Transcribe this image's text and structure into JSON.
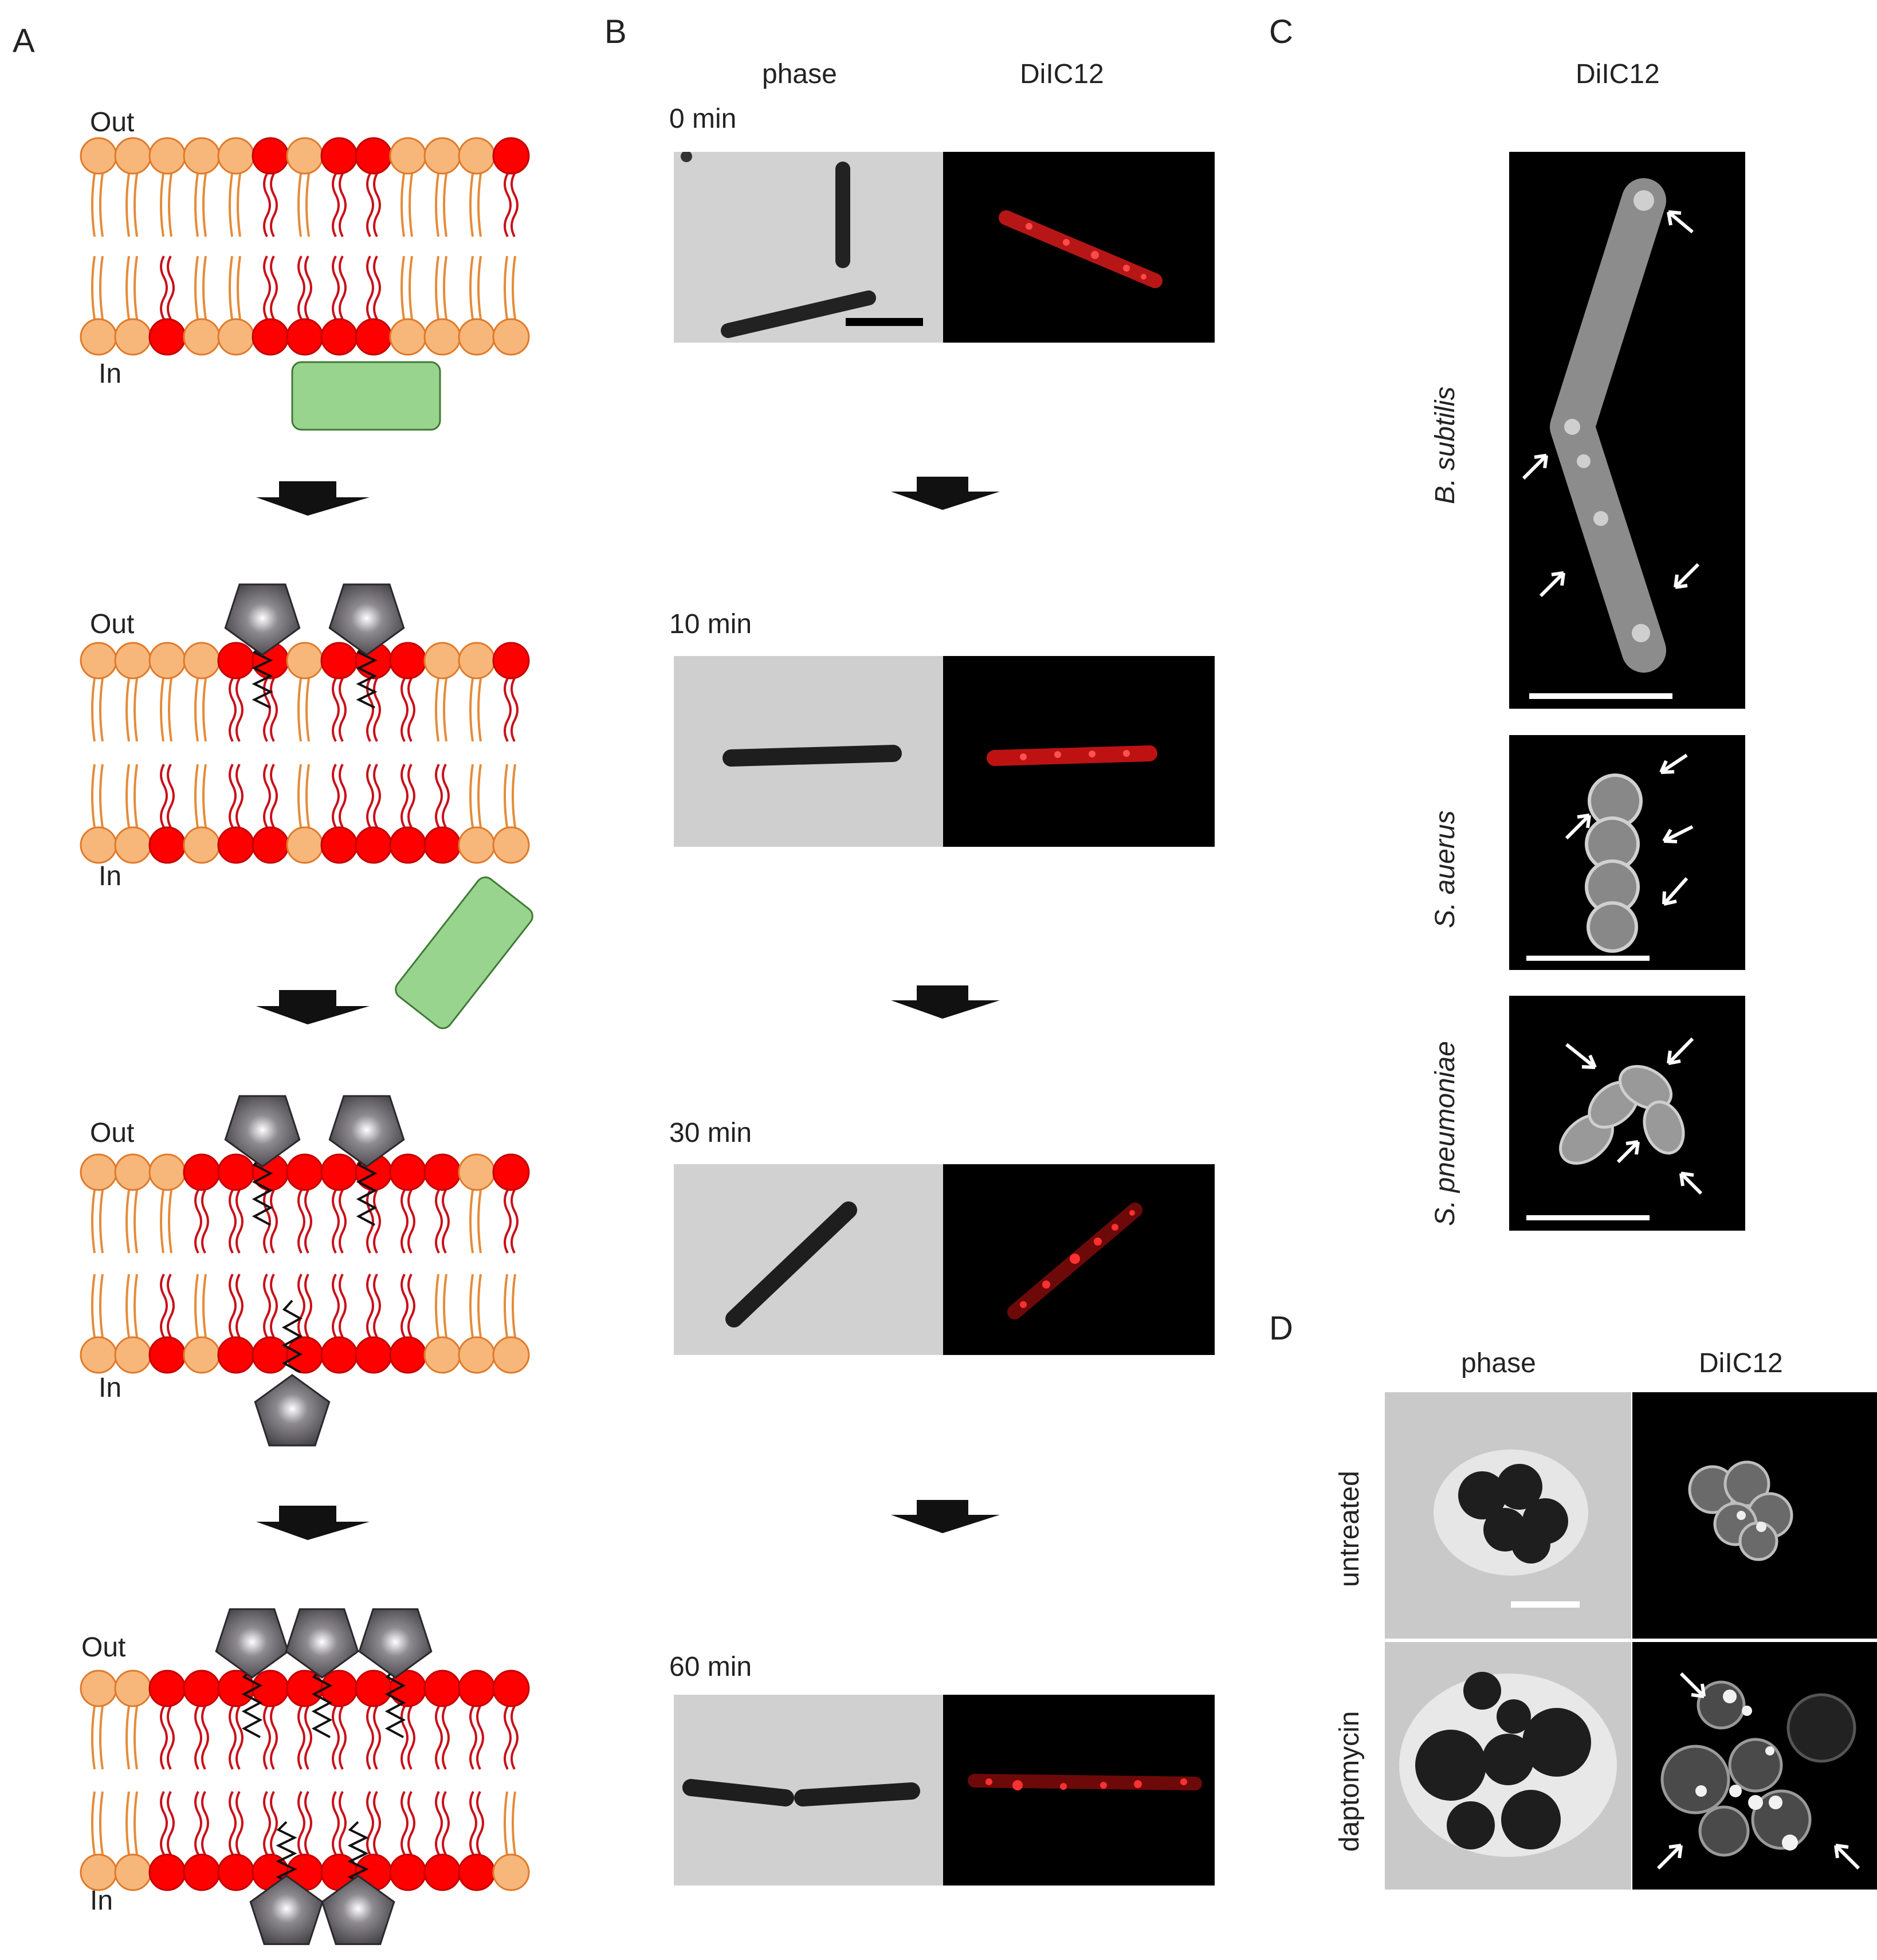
{
  "panels": {
    "A": {
      "letter": "A",
      "membranes": [
        {
          "out": "Out",
          "in": "In"
        },
        {
          "out": "Out",
          "in": "In"
        },
        {
          "out": "Out",
          "in": "In"
        },
        {
          "out": "Out",
          "in": "In"
        }
      ]
    },
    "B": {
      "letter": "B",
      "col_phase": "phase",
      "col_dye": "DiIC12",
      "timepoints": [
        "0 min",
        "10 min",
        "30 min",
        "60 min"
      ]
    },
    "C": {
      "letter": "C",
      "col_dye": "DiIC12",
      "species": [
        "B. subtilis",
        "S. auerus",
        "S. pneumoniae"
      ]
    },
    "D": {
      "letter": "D",
      "col_phase": "phase",
      "col_dye": "DiIC12",
      "conditions": [
        "untreated",
        "daptomycin"
      ]
    }
  },
  "colors": {
    "lipid_fluid": "#f7b77b",
    "lipid_rigid": "#ff0000",
    "protein": "#98d48e",
    "antibiotic": "#555259",
    "arrow": "#111111",
    "dye": "#ff2a2a"
  }
}
